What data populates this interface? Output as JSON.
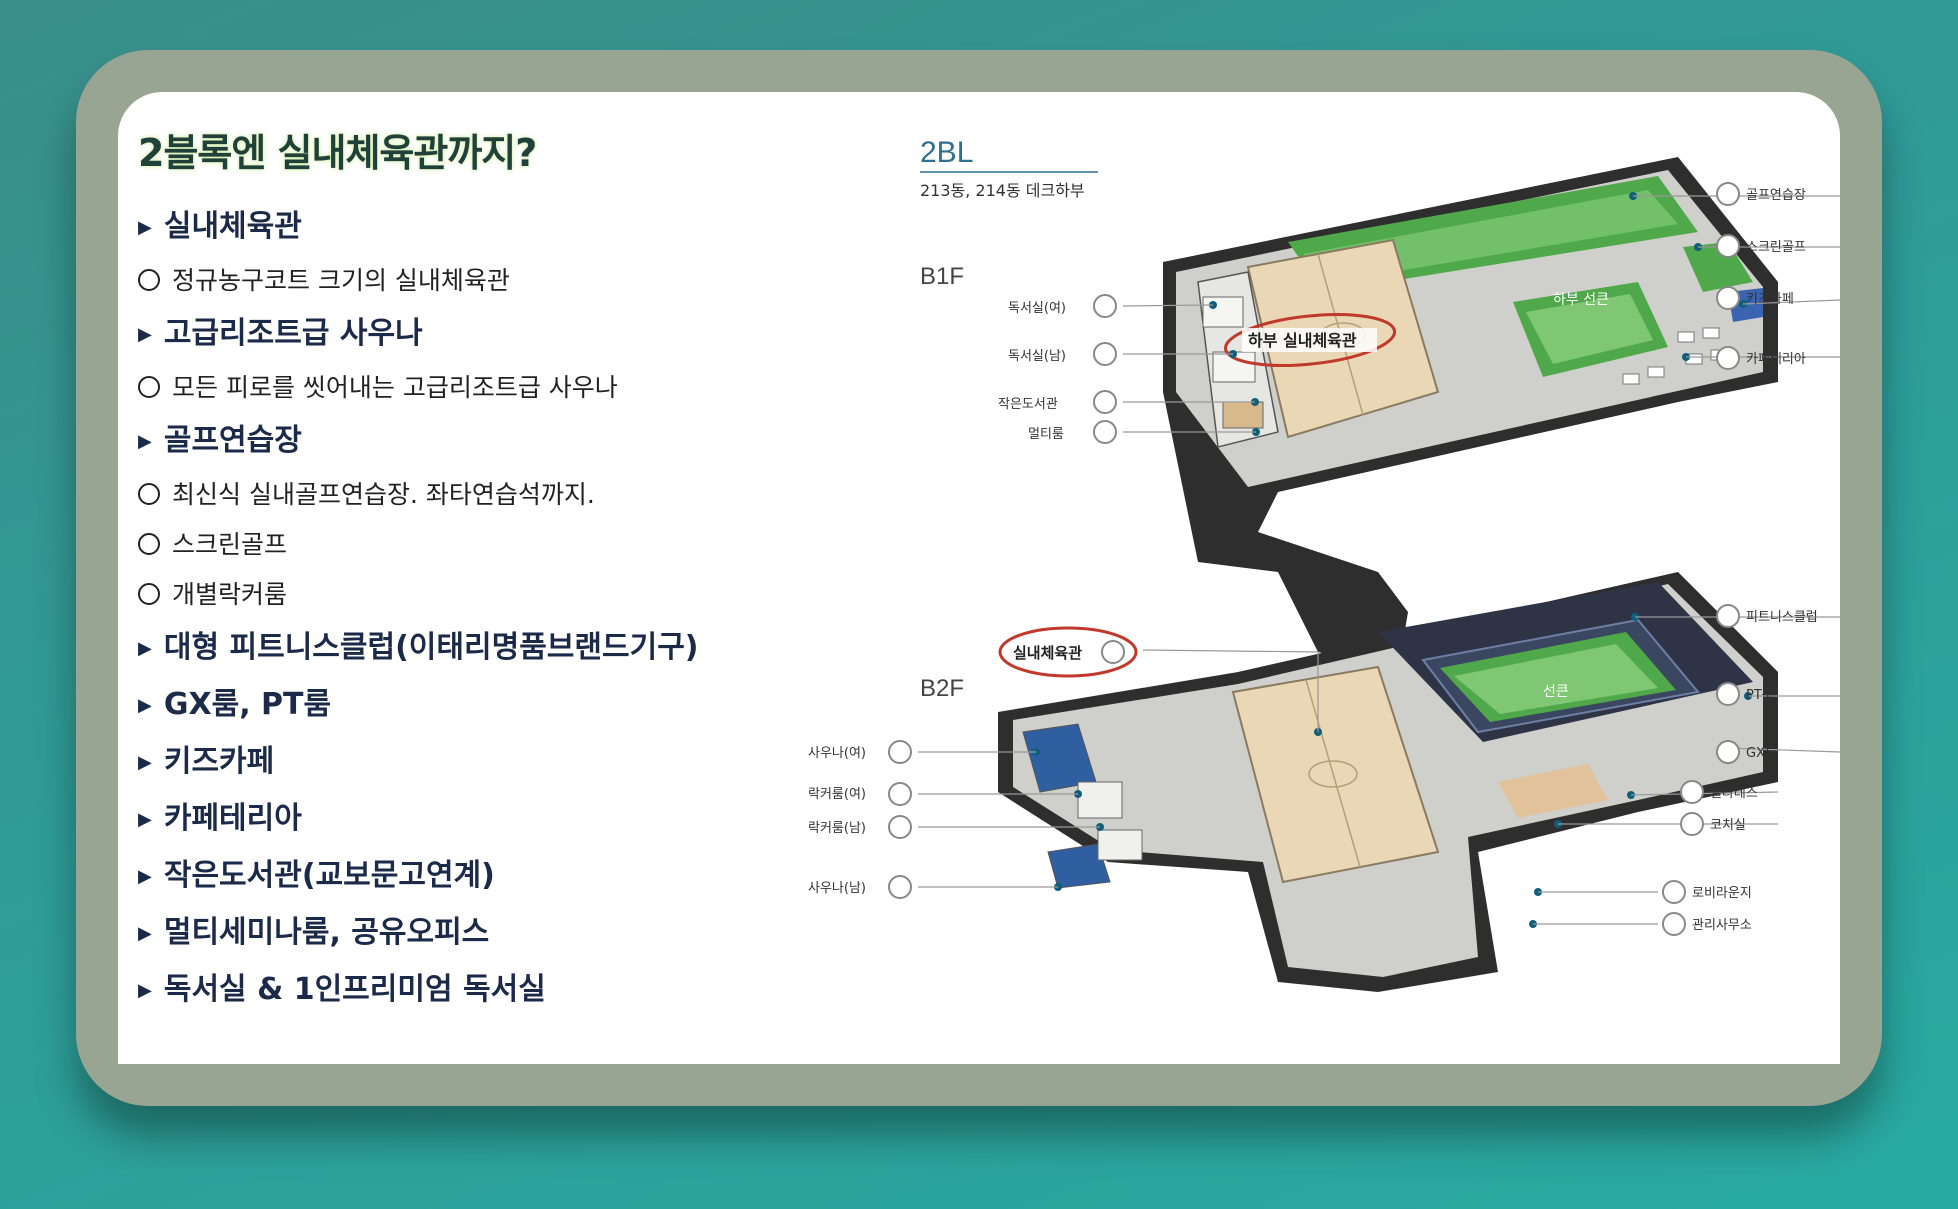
{
  "heading": "2블록엔 실내체육관까지?",
  "items": [
    {
      "kind": "sec",
      "text": "실내체육관"
    },
    {
      "kind": "sub",
      "text": "정규농구코트 크기의 실내체육관"
    },
    {
      "kind": "sec",
      "text": "고급리조트급 사우나"
    },
    {
      "kind": "sub",
      "text": "모든 피로를 씻어내는 고급리조트급 사우나"
    },
    {
      "kind": "sec",
      "text": "골프연습장"
    },
    {
      "kind": "sub",
      "text": "최신식 실내골프연습장. 좌타연습석까지."
    },
    {
      "kind": "sub",
      "text": "스크린골프"
    },
    {
      "kind": "sub",
      "text": "개별락커룸"
    },
    {
      "kind": "sec",
      "text": "대형 피트니스클럽(이태리명품브랜드기구)"
    },
    {
      "kind": "sec",
      "text": "GX룸, PT룸"
    },
    {
      "kind": "sec",
      "text": "키즈카페"
    },
    {
      "kind": "sec",
      "text": "카페테리아"
    },
    {
      "kind": "sec",
      "text": "작은도서관(교보문고연계)"
    },
    {
      "kind": "sec",
      "text": "멀티세미나룸, 공유오피스"
    },
    {
      "kind": "sec",
      "text": "독서실 & 1인프리미엄 독서실"
    }
  ],
  "plan": {
    "block": "2BL",
    "buildings": "213동, 214동 데크하부",
    "floor1": "B1F",
    "floor2": "B2F",
    "b1_highlight": "하부 실내체육관",
    "b1_court": "하부 선큰",
    "b2_court": "선큰",
    "b2_highlight": "실내체육관",
    "b1_left": [
      "독서실(여)",
      "독서실(남)",
      "작은도서관",
      "멀티룸"
    ],
    "b1_right": [
      "골프연습장",
      "스크린골프",
      "키즈카페",
      "카페테리아"
    ],
    "b2_left": [
      "사우나(여)",
      "락커룸(여)",
      "락커룸(남)",
      "사우나(남)"
    ],
    "b2_right": [
      "피트니스클럽",
      "PT룸",
      "GX룸",
      "필라테스",
      "코치실"
    ],
    "b2_bottom": [
      "로비라운지",
      "관리사무소"
    ],
    "colors": {
      "accent": "#2f6f8f",
      "highlight": "#c0392b",
      "grass": "#4fa84a"
    }
  }
}
